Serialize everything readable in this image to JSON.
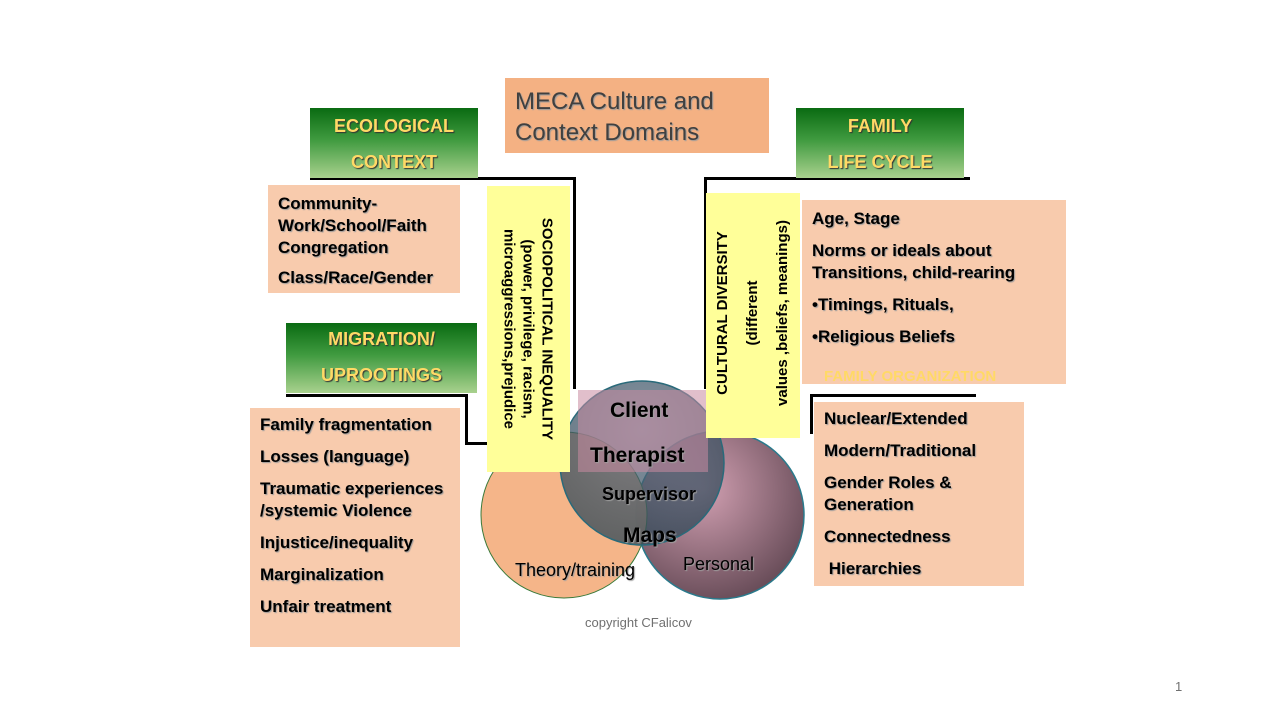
{
  "title": {
    "line1": "MECA Culture and",
    "line2": "Context Domains"
  },
  "ecological": {
    "header": [
      "ECOLOGICAL",
      "CONTEXT"
    ],
    "items": [
      "Community-Work/School/Faith Congregation",
      "Class/Race/Gender"
    ]
  },
  "family_life_cycle": {
    "header": [
      "FAMILY",
      "LIFE CYCLE"
    ],
    "items": [
      "Age, Stage",
      "Norms or ideals about Transitions, child-rearing",
      "•Timings, Rituals,",
      "•Religious Beliefs"
    ]
  },
  "migration": {
    "header": [
      "MIGRATION/",
      "UPROOTINGS"
    ],
    "items": [
      "Family fragmentation",
      "Losses (language)",
      "Traumatic experiences /systemic Violence",
      "Injustice/inequality",
      "Marginalization",
      "Unfair treatment"
    ]
  },
  "family_organization": {
    "header": "FAMILY  ORGANIZATION",
    "items": [
      "Nuclear/Extended",
      "Modern/Traditional",
      "Gender Roles & Generation",
      "Connectedness",
      " Hierarchies"
    ]
  },
  "sociopolitical": {
    "lines": [
      "SOCIOPOLITICAL  INEQUALITY",
      "(power, privilege, racism,",
      "microaggressions,prejudice"
    ]
  },
  "cultural_diversity": {
    "lines": [
      "CULTURAL DIVERSITY",
      "(different",
      "values ,beliefs, meanings)"
    ]
  },
  "venn": {
    "client": "Client",
    "therapist": "Therapist",
    "supervisor": "Supervisor",
    "maps": "Maps",
    "theory": "Theory/training",
    "personal": "Personal"
  },
  "copyright": "copyright CFalicov",
  "slide_number": "1",
  "colors": {
    "title_bg": "#f4b183",
    "peach_bg": "#f8cbad",
    "header_text": "#ffd966",
    "yellow_strip": "#ffff99",
    "circle_theory": "#f4b183",
    "circle_personal": "#8b5a6e",
    "circle_client": "#4a6a7a",
    "fam_org_label": "#ffd966"
  }
}
